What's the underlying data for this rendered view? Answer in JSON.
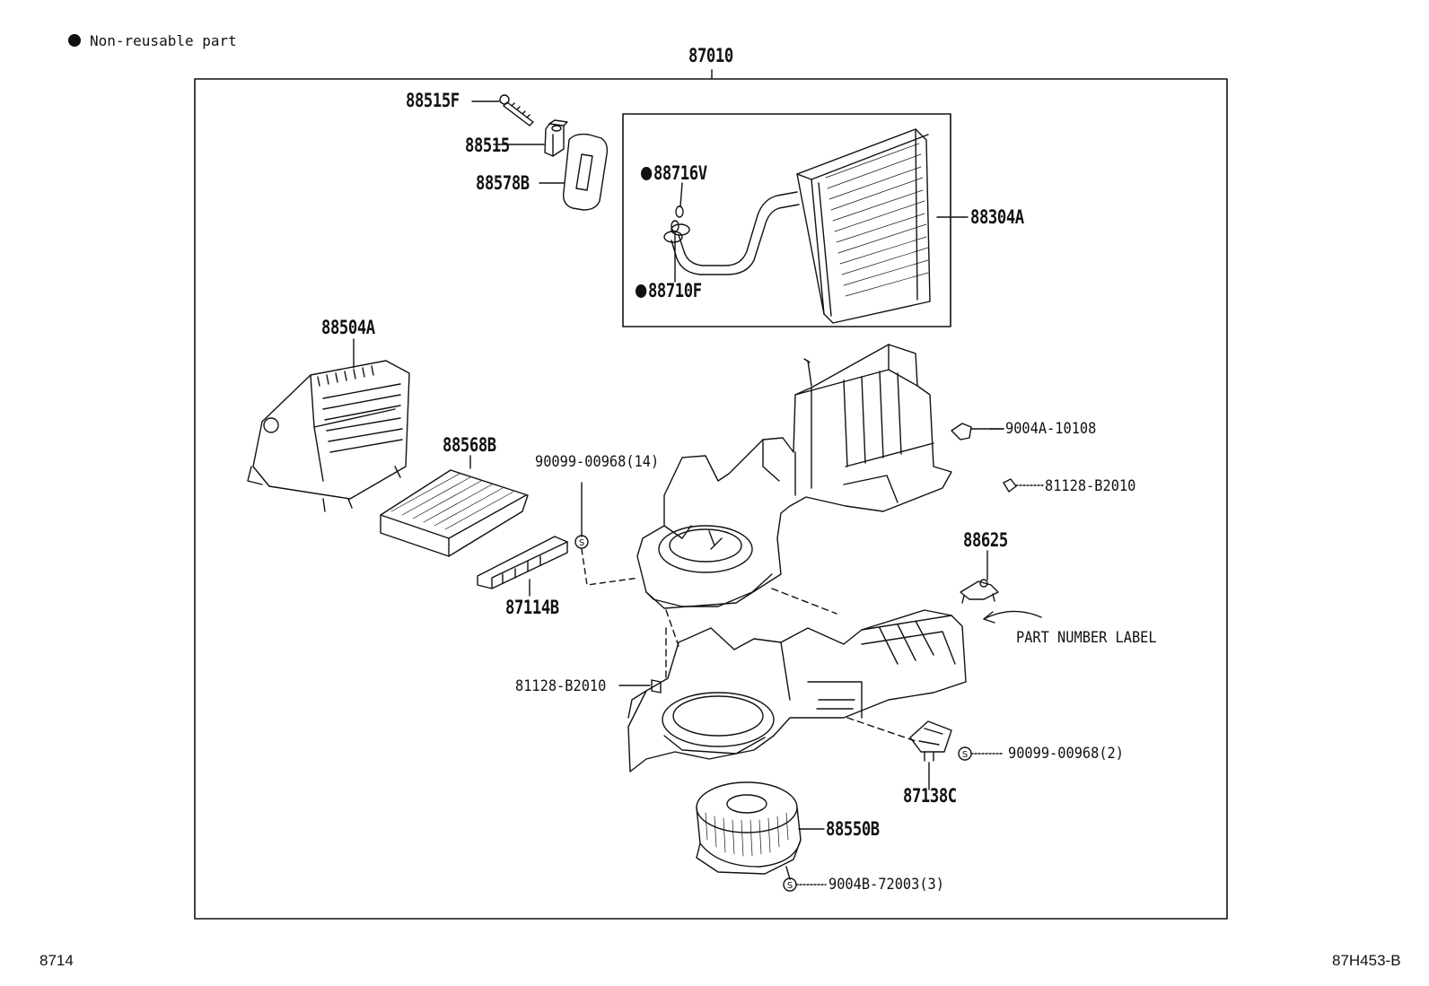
{
  "legend": {
    "icon": "filled-circle-icon",
    "text": "Non-reusable part"
  },
  "assembly": {
    "number": "87010"
  },
  "parts": {
    "p88515F": "88515F",
    "p88515": "88515",
    "p88578B": "88578B",
    "p88716V": "88716V",
    "p88710F": "88710F",
    "p88304A": "88304A",
    "p88504A": "88504A",
    "p88568B": "88568B",
    "p87114B": "87114B",
    "p90099_14": "90099-00968(14)",
    "p9004A": "9004A-10108",
    "p81128_r": "81128-B2010",
    "p88625": "88625",
    "part_label": "PART NUMBER LABEL",
    "p81128_l": "81128-B2010",
    "p90099_2": "90099-00968(2)",
    "p87138C": "87138C",
    "p88550B": "88550B",
    "p9004B": "9004B-72003(3)"
  },
  "footer": {
    "left": "8714",
    "right": "87H453-B"
  },
  "colors": {
    "line": "#111111",
    "background": "#ffffff"
  }
}
